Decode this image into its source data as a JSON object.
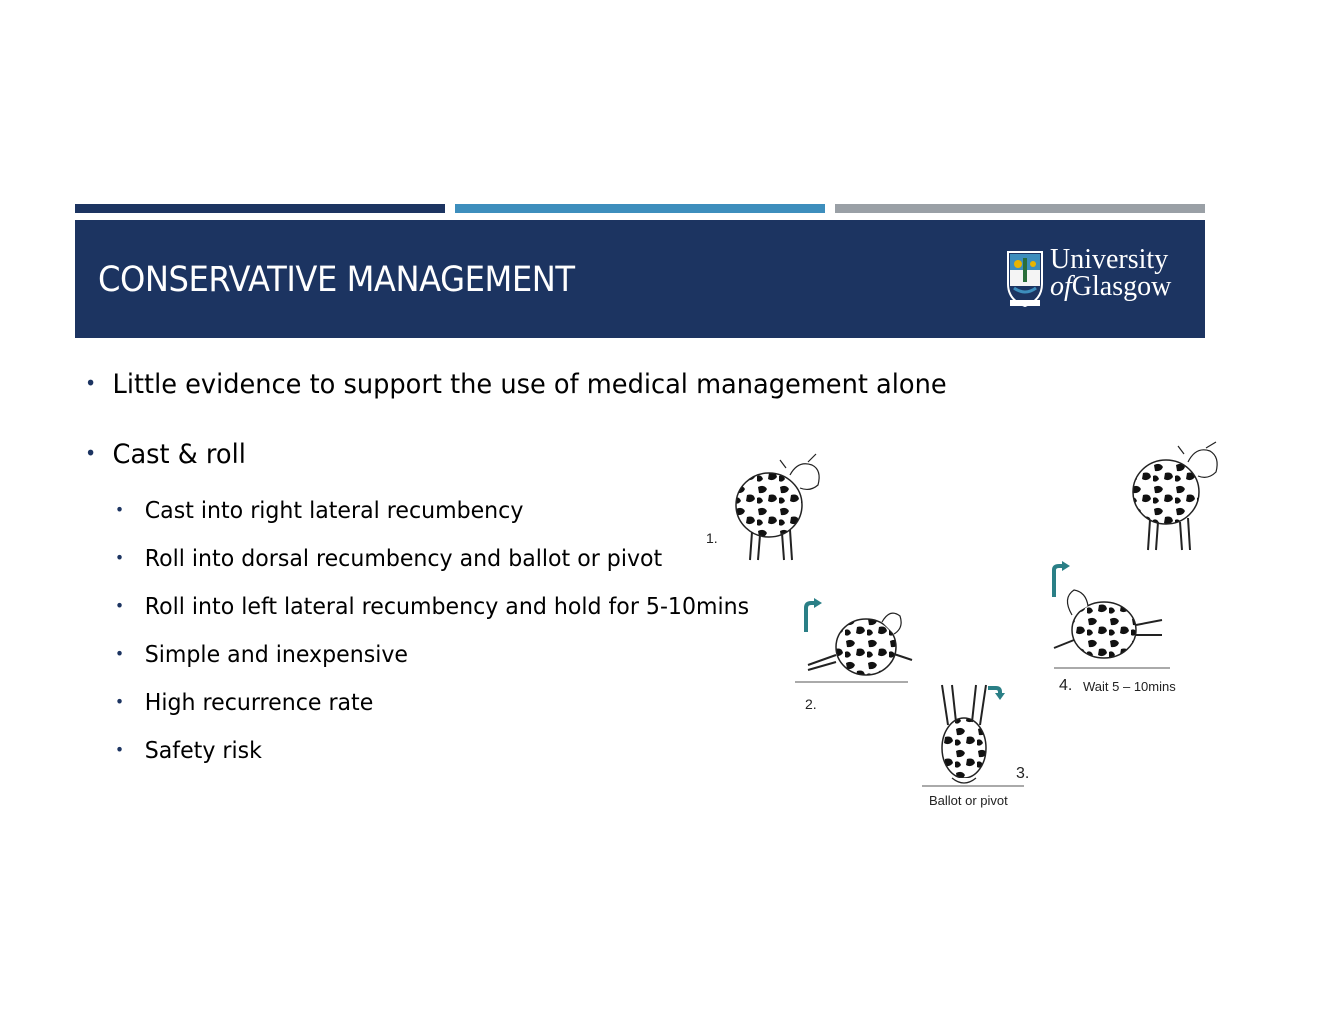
{
  "slide": {
    "title": "CONSERVATIVE MANAGEMENT",
    "logo": {
      "line1": "University",
      "line2_of": "of",
      "line2_rest": "Glasgow"
    },
    "colors": {
      "navy": "#1c3461",
      "blue": "#3d8ebd",
      "grey": "#9aa0a6",
      "teal": "#2a7f86"
    }
  },
  "bullets": [
    {
      "text": "Little evidence to support the use of medical management alone"
    },
    {
      "text": "Cast & roll",
      "sub": [
        "Cast into right lateral recumbency",
        "Roll into dorsal recumbency and ballot or pivot",
        "Roll into left lateral recumbency and hold for 5-10mins",
        "Simple and inexpensive",
        "High recurrence rate",
        "Safety risk"
      ]
    }
  ],
  "figure": {
    "step1": "1.",
    "step2": "2.",
    "step3": "3.",
    "step3_caption": "Ballot or pivot",
    "step4": "4.",
    "step4_caption": "Wait 5 – 10mins",
    "icons": [
      "cow-standing-icon",
      "cow-lateral-icon",
      "cow-dorsal-icon",
      "turn-arrow-icon"
    ]
  }
}
